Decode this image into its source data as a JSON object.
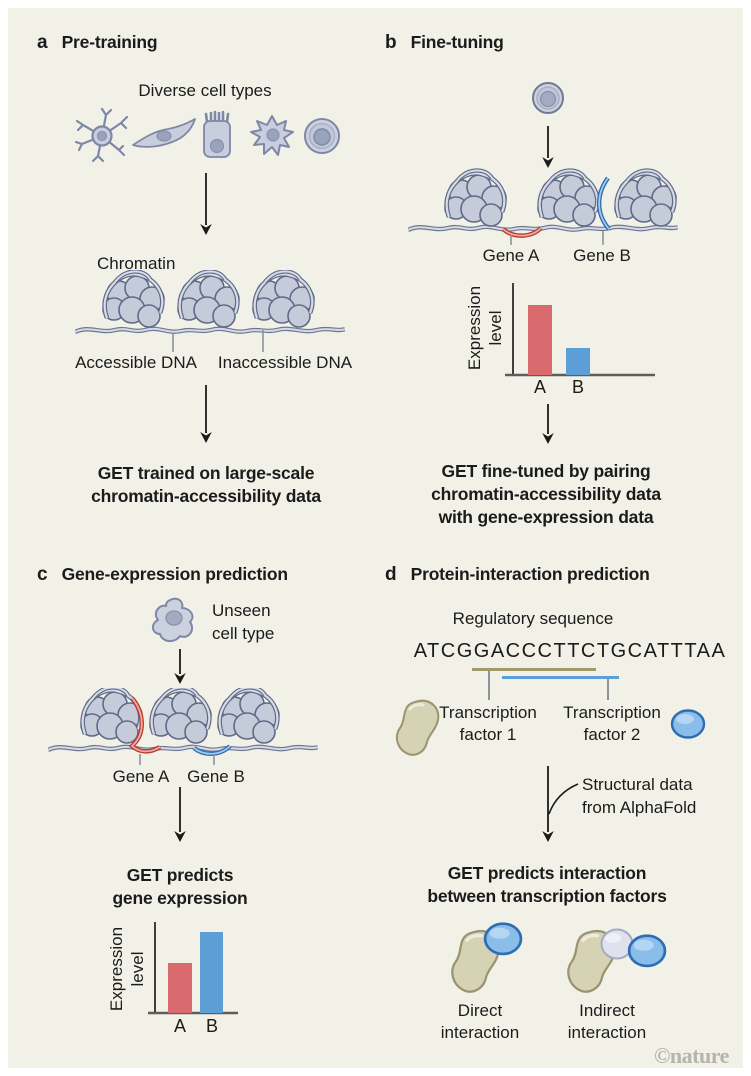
{
  "panels": {
    "a": {
      "letter": "a",
      "title": "Pre-training",
      "cells_label": "Diverse cell types",
      "cell_icons": [
        "neuron",
        "fibroblast",
        "epithelial-cell",
        "dendritic-cell",
        "round-cell"
      ],
      "chromatin_label": "Chromatin",
      "accessible_label": "Accessible DNA",
      "inaccessible_label": "Inaccessible DNA",
      "conclusion_line1": "GET trained on large-scale",
      "conclusion_line2": "chromatin-accessibility data"
    },
    "b": {
      "letter": "b",
      "title": "Fine-tuning",
      "gene_a_label": "Gene A",
      "gene_b_label": "Gene B",
      "conclusion_line1": "GET fine-tuned by pairing",
      "conclusion_line2": "chromatin-accessibility data",
      "conclusion_line3": "with gene-expression data"
    },
    "c": {
      "letter": "c",
      "title": "Gene-expression prediction",
      "cell_label_line1": "Unseen",
      "cell_label_line2": "cell type",
      "gene_a_label": "Gene A",
      "gene_b_label": "Gene B",
      "conclusion_line1": "GET predicts",
      "conclusion_line2": "gene expression"
    },
    "d": {
      "letter": "d",
      "title": "Protein-interaction prediction",
      "sequence_label": "Regulatory sequence",
      "sequence": "ATCGGACCCTTCTGCATTTAA",
      "tf1_line1": "Transcription",
      "tf1_line2": "factor 1",
      "tf2_line1": "Transcription",
      "tf2_line2": "factor 2",
      "alphafold_line1": "Structural data",
      "alphafold_line2": "from AlphaFold",
      "conclusion_line1": "GET predicts interaction",
      "conclusion_line2": "between transcription factors",
      "direct_line1": "Direct",
      "direct_line2": "interaction",
      "indirect_line1": "Indirect",
      "indirect_line2": "interaction"
    }
  },
  "watermark": "©nature",
  "colors": {
    "background": "#f2f1e8",
    "text": "#1b1b1b",
    "bar_red": "#d96a6d",
    "bar_blue": "#5b9fd6",
    "gene_red": "#b8392e",
    "gene_blue": "#2a6cb0",
    "cell_fill": "#c9cedf",
    "cell_stroke": "#7e88a6",
    "nucleosome_fill": "#c6cbda",
    "nucleosome_stroke": "#5f6a87",
    "tf1_beige": "#d6d2b4",
    "tf1_stroke": "#9a9470",
    "tf2_blue": "#8abdea",
    "tf2_stroke": "#2d6eb3",
    "indirect_mid": "#dfe2ee",
    "underline_tan": "#a09a6e",
    "underline_blue": "#5b9fd6",
    "watermark_gray": "#b5b4ad"
  },
  "charts": {
    "b": {
      "label_a": "A",
      "label_b": "B",
      "ylabel_line1": "Expression",
      "ylabel_line2": "level",
      "bars": [
        {
          "y": 27,
          "h": 70,
          "color": "#d96a6d"
        },
        {
          "y": 70,
          "h": 27,
          "color": "#5b9fd6"
        }
      ]
    },
    "c": {
      "label_a": "A",
      "label_b": "B",
      "ylabel_line1": "Expression",
      "ylabel_line2": "level",
      "bars": [
        {
          "y": 47,
          "h": 50,
          "color": "#d96a6d"
        },
        {
          "y": 16,
          "h": 81,
          "color": "#5b9fd6"
        }
      ]
    }
  },
  "chart_data": [
    {
      "id": "expression-after-fine-tuning",
      "panel": "b",
      "type": "bar",
      "categories": [
        "A",
        "B"
      ],
      "values": [
        0.78,
        0.3
      ],
      "series_colors": [
        "#d96a6d",
        "#5b9fd6"
      ],
      "title": "",
      "xlabel": "",
      "ylabel": "Expression level",
      "ylim": [
        0,
        1
      ],
      "note": "axis unlabeled, arbitrary units"
    },
    {
      "id": "predicted-gene-expression",
      "panel": "c",
      "type": "bar",
      "categories": [
        "A",
        "B"
      ],
      "values": [
        0.53,
        0.86
      ],
      "series_colors": [
        "#d96a6d",
        "#5b9fd6"
      ],
      "title": "",
      "xlabel": "",
      "ylabel": "Expression level",
      "ylim": [
        0,
        1
      ],
      "note": "axis unlabeled, arbitrary units"
    }
  ]
}
